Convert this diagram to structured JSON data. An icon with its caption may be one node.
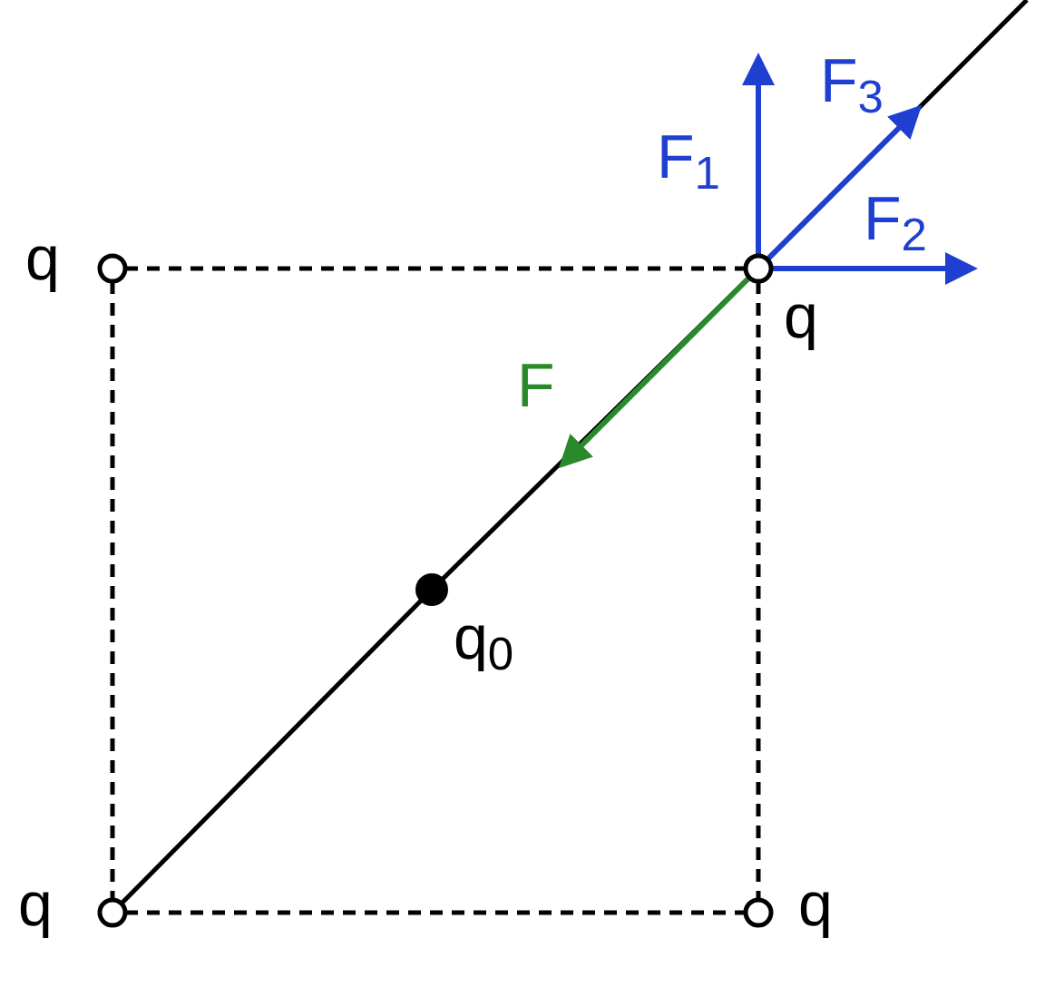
{
  "diagram": {
    "nodes": [
      {
        "text": [],
        "shape": "circle",
        "beside": [
          "q"
        ]
      },
      {
        "text": [],
        "shape": "circle",
        "beside": [
          "q"
        ]
      },
      {
        "text": [],
        "shape": "circle",
        "beside": [
          "q"
        ]
      },
      {
        "text": [],
        "shape": "circle",
        "beside": [
          "q"
        ]
      },
      {
        "text": [],
        "shape": "dot",
        "beside": [
          "q$_{0}$"
        ]
      }
    ],
    "edges": [
      {
        "from": 0,
        "to": 1,
        "arrow": "none",
        "style": "dashed"
      },
      {
        "from": 0,
        "to": 2,
        "arrow": "none",
        "style": "dashed"
      },
      {
        "from": 1,
        "to": 3,
        "arrow": "none",
        "style": "dashed"
      },
      {
        "from": 2,
        "to": 3,
        "arrow": "none",
        "style": "dashed"
      },
      {
        "from": 2,
        "to": 4,
        "arrow": "none"
      },
      {
        "from": 4,
        "to": 1,
        "arrow": "none"
      },
      {
        "from": 1,
        "to": null,
        "arrow": "none"
      }
    ],
    "labels": [
      "F$_{1}$",
      "F$_{3}$",
      "F$_{2}$",
      "F"
    ]
  }
}
